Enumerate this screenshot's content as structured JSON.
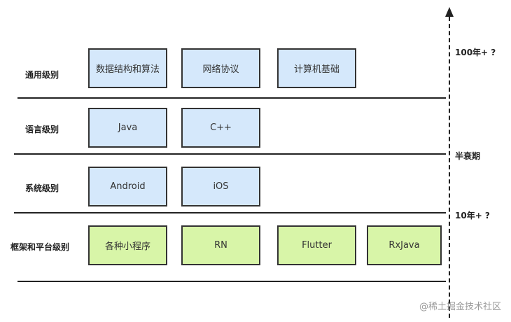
{
  "rows": [
    {
      "label": "通用级别",
      "items": [
        "数据结构和算法",
        "网络协议",
        "计算机基础"
      ]
    },
    {
      "label": "语言级别",
      "items": [
        "Java",
        "C++"
      ]
    },
    {
      "label": "系统级别",
      "items": [
        "Android",
        "iOS"
      ]
    },
    {
      "label": "框架和平台级别",
      "items": [
        "各种小程序",
        "RN",
        "Flutter",
        "RxJava"
      ]
    }
  ],
  "axis_labels": {
    "top": "100年+ ?",
    "middle": "半衰期",
    "bottom": "10年+ ?"
  },
  "watermark": "@稀土掘金技术社区",
  "colors": {
    "blue_box": "#d5e8fb",
    "green_box": "#d8f5a8",
    "line": "#222222"
  }
}
